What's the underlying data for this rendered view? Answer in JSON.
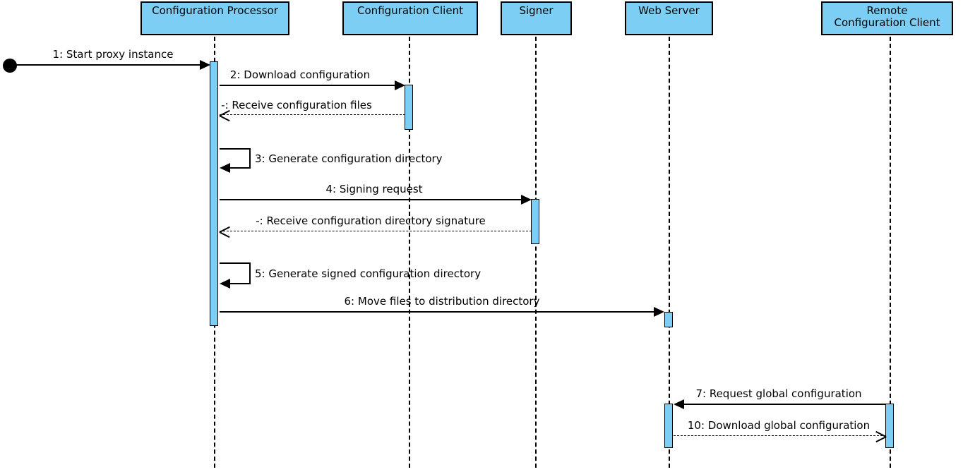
{
  "diagram_type": "uml-sequence-diagram",
  "colors": {
    "fill": "#7CCEF4",
    "stroke": "#000000",
    "background": "#FFFFFF",
    "text": "#000000"
  },
  "actors": [
    {
      "label": "Configuration Processor"
    },
    {
      "label": "Configuration Client"
    },
    {
      "label": "Signer"
    },
    {
      "label": "Web Server"
    },
    {
      "label": "Remote\nConfiguration Client"
    }
  ],
  "start_node": {
    "type": "initial-node"
  },
  "messages": [
    {
      "label": "1: Start proxy instance",
      "from": "start",
      "to": "Configuration Processor",
      "style": "solid"
    },
    {
      "label": "2: Download configuration",
      "from": "Configuration Processor",
      "to": "Configuration Client",
      "style": "solid"
    },
    {
      "label": "-: Receive configuration files",
      "from": "Configuration Client",
      "to": "Configuration Processor",
      "style": "dashed-return"
    },
    {
      "label": "3: Generate configuration directory",
      "from": "Configuration Processor",
      "to": "Configuration Processor",
      "style": "self"
    },
    {
      "label": "4: Signing request",
      "from": "Configuration Processor",
      "to": "Signer",
      "style": "solid"
    },
    {
      "label": "-: Receive configuration directory signature",
      "from": "Signer",
      "to": "Configuration Processor",
      "style": "dashed-return"
    },
    {
      "label": "5: Generate signed configuration directory",
      "from": "Configuration Processor",
      "to": "Configuration Processor",
      "style": "self"
    },
    {
      "label": "6: Move files to distribution directory",
      "from": "Configuration Processor",
      "to": "Web Server",
      "style": "solid"
    },
    {
      "label": "7: Request global configuration",
      "from": "Remote Configuration Client",
      "to": "Web Server",
      "style": "solid"
    },
    {
      "label": "10: Download global configuration",
      "from": "Web Server",
      "to": "Remote Configuration Client",
      "style": "dashed-return"
    }
  ]
}
